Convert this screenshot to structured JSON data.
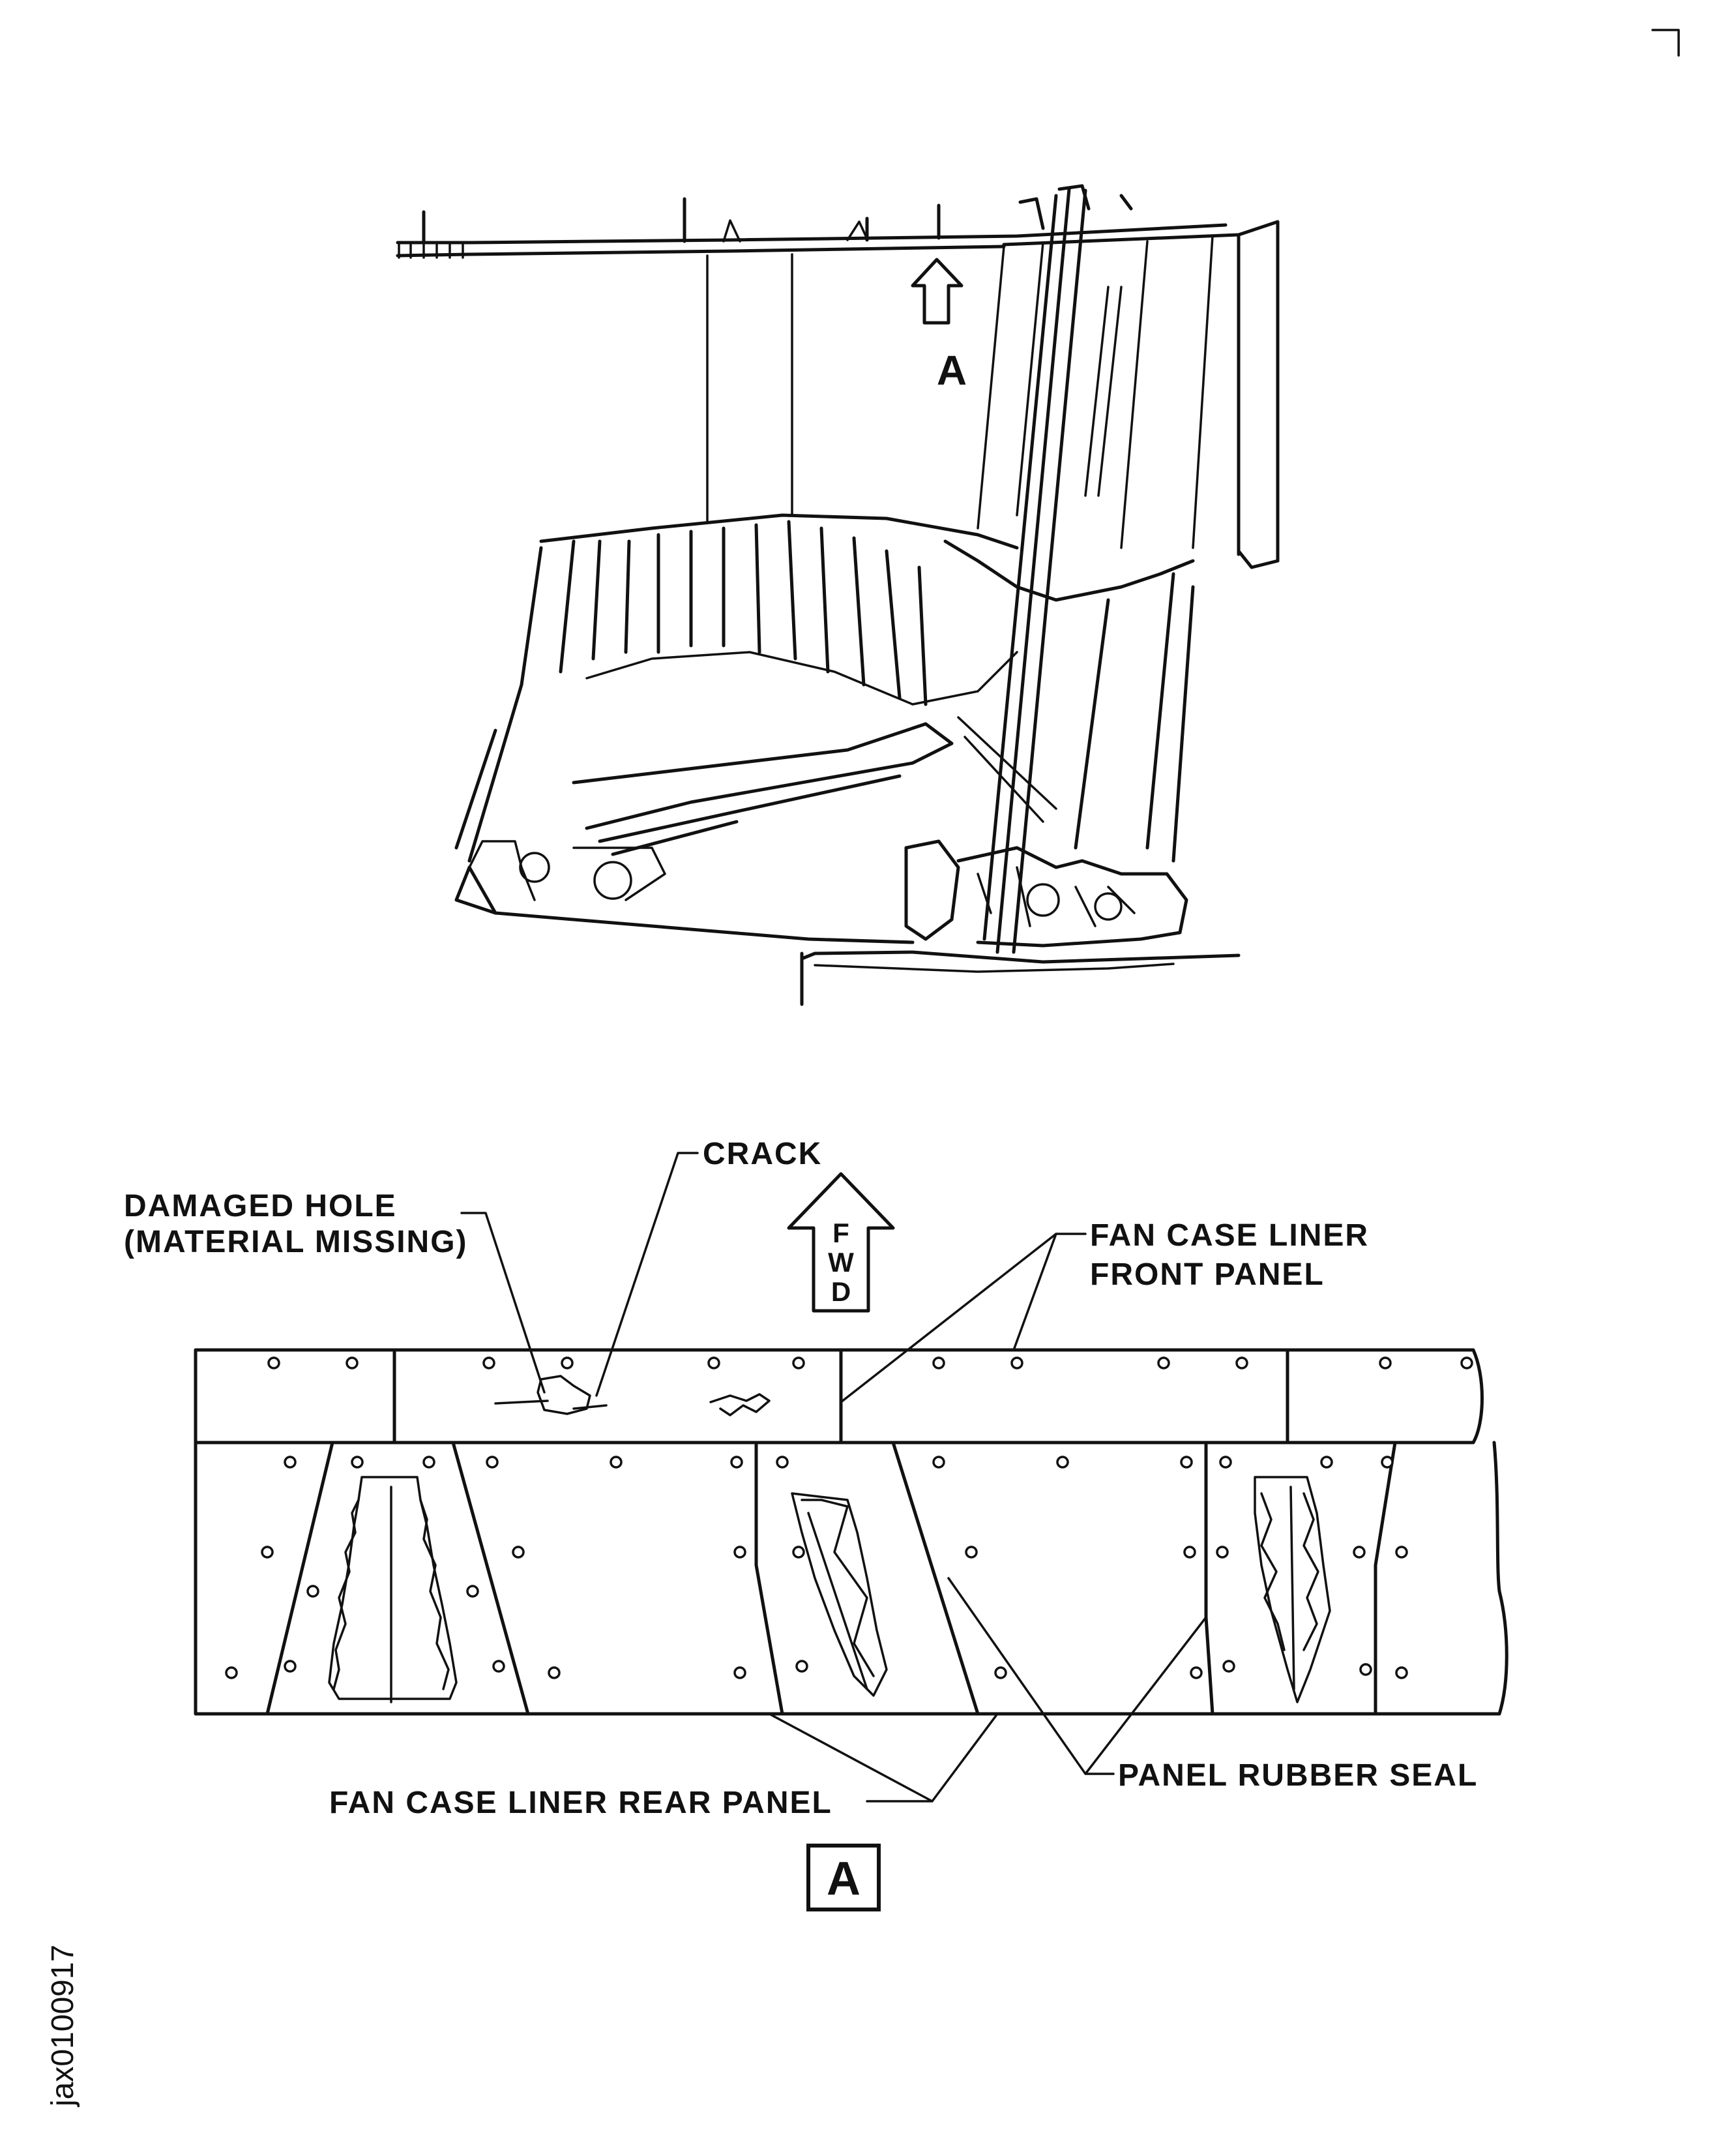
{
  "figure_id": "jax0100917",
  "view_a_marker": "A",
  "fwd_arrow": {
    "letters": [
      "F",
      "W",
      "D"
    ]
  },
  "callouts": {
    "crack": "CRACK",
    "damaged_hole_line1": "DAMAGED HOLE",
    "damaged_hole_line2": "(MATERIAL MISSING)",
    "front_panel_line1": "FAN CASE LINER",
    "front_panel_line2": "FRONT PANEL",
    "rear_panel": "FAN CASE LINER REAR PANEL",
    "rubber_seal": "PANEL RUBBER SEAL"
  },
  "view_box_label": "A",
  "corner_mark": "┐"
}
